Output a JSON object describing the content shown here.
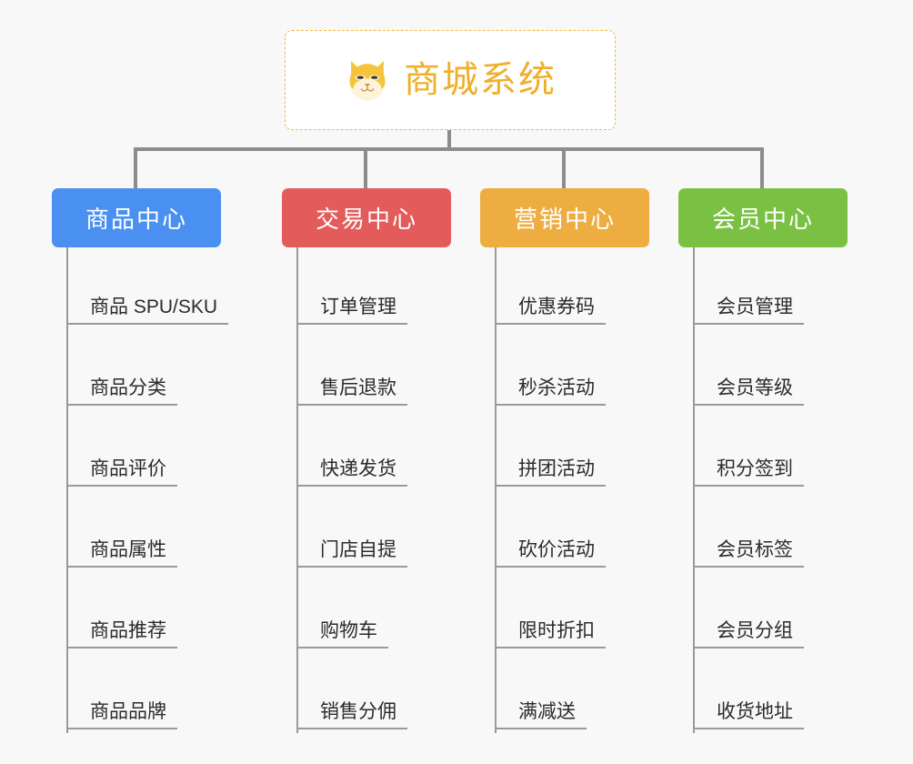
{
  "diagram": {
    "type": "org-chart",
    "background_color": "#f8f8f8",
    "connector_color": "#8c8c8c",
    "root": {
      "title": "商城系统",
      "icon": "shiba-dog-icon",
      "text_color": "#efaf2b",
      "border_color": "#f0b93f",
      "border_style": "dashed",
      "background_color": "#ffffff"
    },
    "branches": [
      {
        "label": "商品中心",
        "color": "#4a90f0",
        "items": [
          "商品 SPU/SKU",
          "商品分类",
          "商品评价",
          "商品属性",
          "商品推荐",
          "商品品牌"
        ]
      },
      {
        "label": "交易中心",
        "color": "#e45b5b",
        "items": [
          "订单管理",
          "售后退款",
          "快递发货",
          "门店自提",
          "购物车",
          "销售分佣"
        ]
      },
      {
        "label": "营销中心",
        "color": "#eead40",
        "items": [
          "优惠券码",
          "秒杀活动",
          "拼团活动",
          "砍价活动",
          "限时折扣",
          "满减送"
        ]
      },
      {
        "label": "会员中心",
        "color": "#7ac143",
        "items": [
          "会员管理",
          "会员等级",
          "积分签到",
          "会员标签",
          "会员分组",
          "收货地址"
        ]
      }
    ]
  }
}
